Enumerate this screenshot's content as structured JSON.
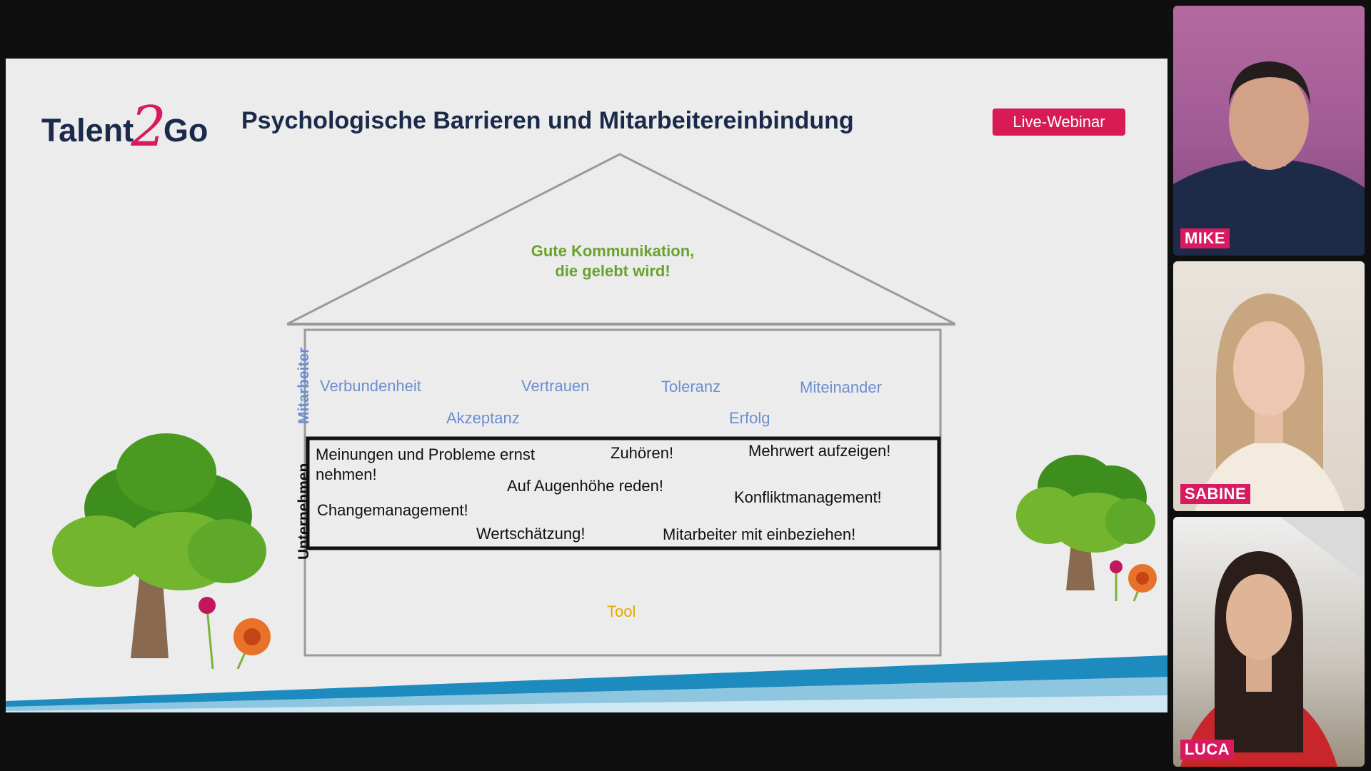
{
  "slide": {
    "logo_left": "Talent",
    "logo_two": "2",
    "logo_right": "Go",
    "title": "Psychologische Barrieren und Mitarbeitereinbindung",
    "badge": "Live-Webinar",
    "roof_text_line1": "Gute Kommunikation,",
    "roof_text_line2": "die gelebt wird!",
    "mitarbeiter_label": "Mitarbeiter",
    "unternehmen_label": "Unternehmen",
    "mitarbeiter_values": [
      "Verbundenheit",
      "Vertrauen",
      "Toleranz",
      "Miteinander",
      "Akzeptanz",
      "Erfolg"
    ],
    "unternehmen_values": [
      "Meinungen und Probleme ernst nehmen!",
      "Zuhören!",
      "Mehrwert aufzeigen!",
      "Auf Augenhöhe reden!",
      "Changemanagement!",
      "Konfliktmanagement!",
      "Wertschätzung!",
      "Mitarbeiter mit einbeziehen!"
    ],
    "foundation_label": "Tool",
    "colors": {
      "brand_pink": "#d81b60",
      "navy": "#1b2a4a",
      "value_blue": "#6c8fd0",
      "roof_green": "#6aa22e",
      "tool_yellow": "#e7a800"
    }
  },
  "participants": [
    {
      "name": "MIKE"
    },
    {
      "name": "SABINE"
    },
    {
      "name": "LUCA"
    }
  ]
}
